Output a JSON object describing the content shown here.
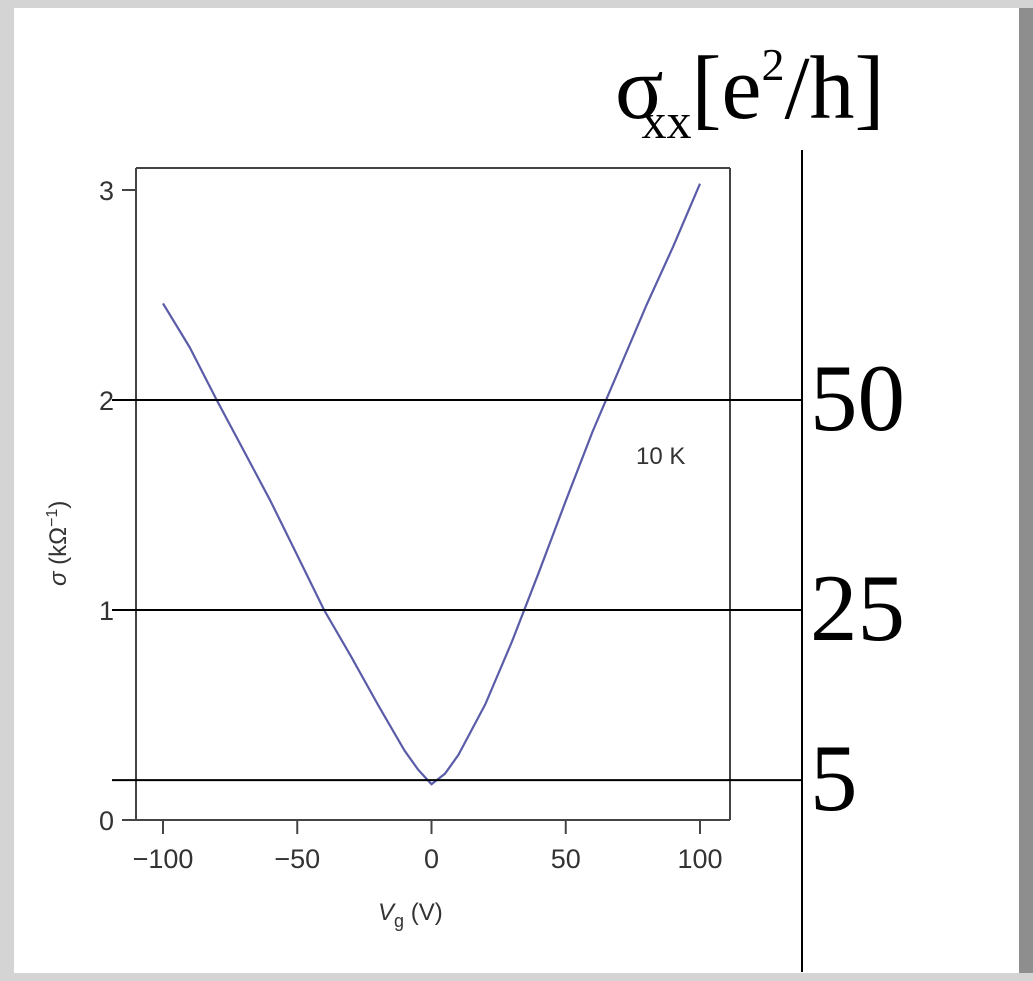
{
  "chart_data": {
    "type": "line",
    "xlabel_main": "V",
    "xlabel_sub": "g",
    "xlabel_unit": " (V)",
    "ylabel_main": "σ",
    "ylabel_unit_pre": " (kΩ",
    "ylabel_unit_sup": "−1",
    "ylabel_unit_post": ")",
    "annotation": "10 K",
    "xlim": [
      -110,
      110
    ],
    "ylim": [
      0,
      3.1
    ],
    "x_ticks": [
      -100,
      -50,
      0,
      50,
      100
    ],
    "x_tick_labels": [
      "−100",
      "−50",
      "0",
      "50",
      "100"
    ],
    "y_ticks": [
      0,
      1,
      2,
      3
    ],
    "y_tick_labels": [
      "0",
      "1",
      "2",
      "3"
    ],
    "line_color": "#5a5ca8",
    "series": [
      {
        "x": [
          -100,
          -90,
          -80,
          -70,
          -60,
          -50,
          -40,
          -30,
          -20,
          -10,
          -5,
          0,
          5,
          10,
          20,
          30,
          40,
          50,
          60,
          70,
          80,
          90,
          100
        ],
        "y": [
          2.46,
          2.25,
          2.0,
          1.76,
          1.52,
          1.26,
          1.0,
          0.78,
          0.55,
          0.33,
          0.24,
          0.17,
          0.22,
          0.31,
          0.55,
          0.85,
          1.18,
          1.52,
          1.85,
          2.15,
          2.45,
          2.73,
          3.03
        ]
      }
    ],
    "overlay": {
      "title_main": "σ",
      "title_sub": "xx",
      "title_bracket_open": "[e",
      "title_sup": "2",
      "title_bracket_close": "/h]",
      "lines": [
        {
          "label": "50",
          "y": 2.0
        },
        {
          "label": "25",
          "y": 1.0
        },
        {
          "label": "5",
          "y": 0.19
        }
      ]
    }
  }
}
